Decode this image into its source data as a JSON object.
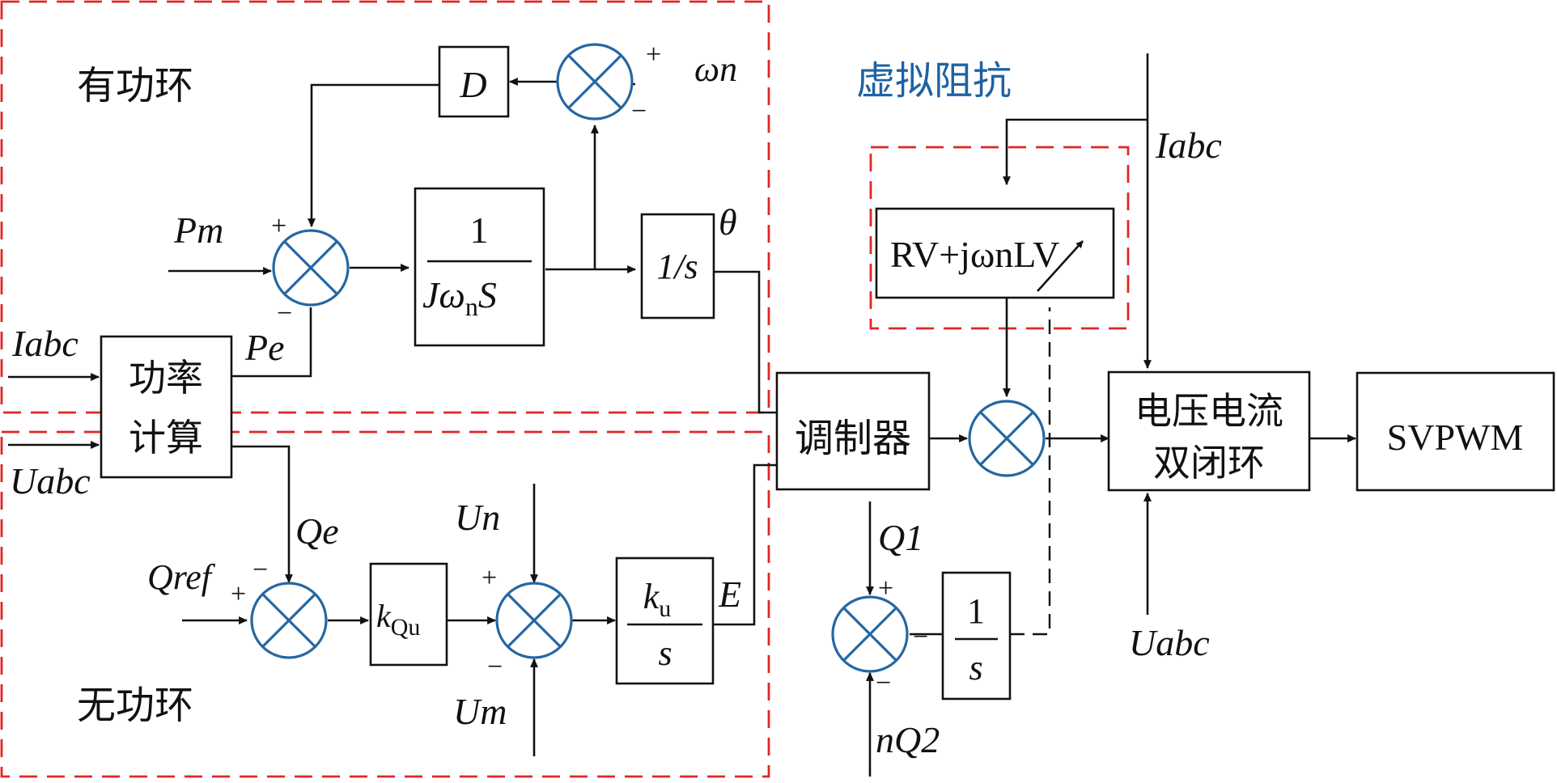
{
  "colors": {
    "line": "#111111",
    "summing_junction": "#2467a3",
    "region_border": "#e02626",
    "heading_blue": "#1d63a3"
  },
  "regions": {
    "active_loop": "有功环",
    "reactive_loop": "无功环",
    "virtual_impedance": "虚拟阻抗"
  },
  "blocks": {
    "damping": "D",
    "inertia_num": "1",
    "inertia_den": "Jω",
    "inertia_den_sub": "n",
    "inertia_den_tail": "S",
    "integrator_theta": "1/s",
    "power_calc_line1": "功率",
    "power_calc_line2": "计算",
    "gain_kqu_main": "k",
    "gain_kqu_sub": "Qu",
    "voltage_integ_num_main": "k",
    "voltage_integ_num_sub": "u",
    "voltage_integ_den": "s",
    "modulator": "调制器",
    "impedance": "RV+jωnLV",
    "vc_loop_line1": "电压电流",
    "vc_loop_line2": "双闭环",
    "svpwm": "SVPWM",
    "q_integ_num": "1",
    "q_integ_den": "s"
  },
  "signals": {
    "omega_n": "ωn",
    "p_m": "Pm",
    "p_e": "Pe",
    "i_abc_left": "Iabc",
    "u_abc_left": "Uabc",
    "theta": "θ",
    "q_e": "Qe",
    "q_ref": "Qref",
    "u_n": "Un",
    "u_m": "Um",
    "e": "E",
    "i_abc_right": "Iabc",
    "u_abc_right": "Uabc",
    "q_1": "Q1",
    "n_q_2": "nQ2"
  },
  "signs": {
    "plus": "+",
    "minus": "−"
  }
}
